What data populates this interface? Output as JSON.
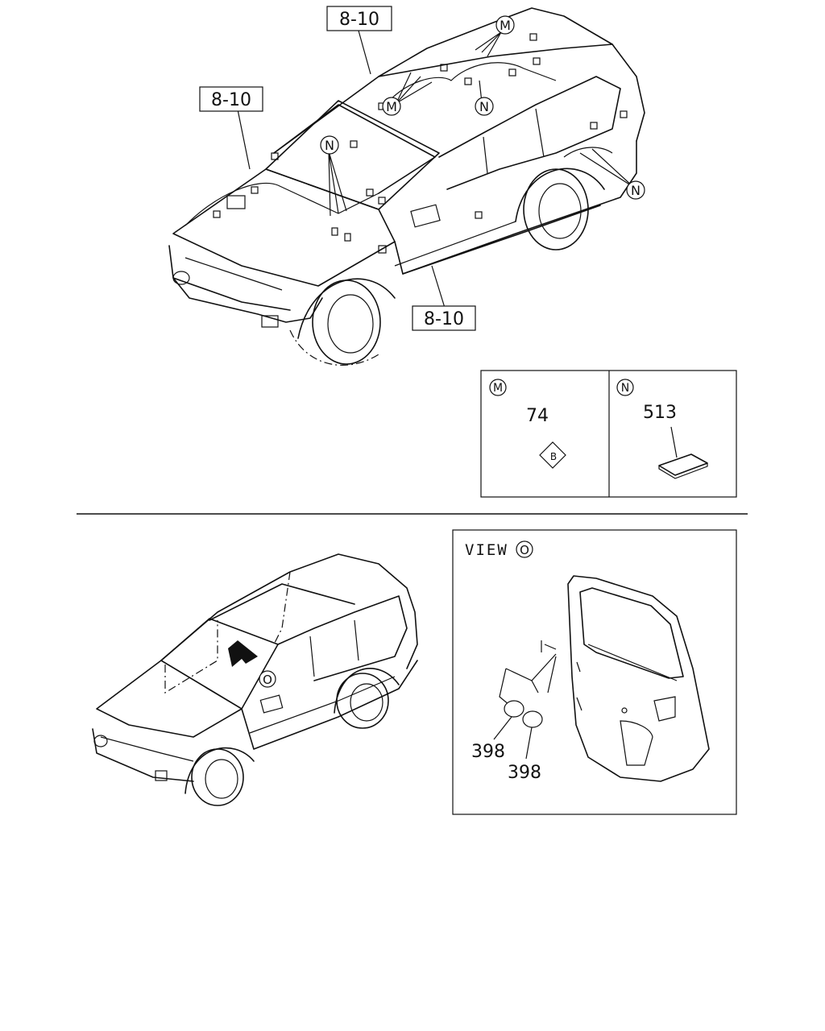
{
  "section_refs": {
    "top": "8-10",
    "left": "8-10",
    "bottom": "8-10"
  },
  "callouts": {
    "m": "M",
    "n": "N",
    "o": "O"
  },
  "detail_m": {
    "key": "M",
    "part": "74",
    "clip_letter": "B"
  },
  "detail_n": {
    "key": "N",
    "part": "513"
  },
  "view": {
    "label": "VIEW",
    "key": "O",
    "part_a": "398",
    "part_b": "398"
  },
  "colors": {
    "ink": "#111111",
    "background": "#ffffff"
  }
}
